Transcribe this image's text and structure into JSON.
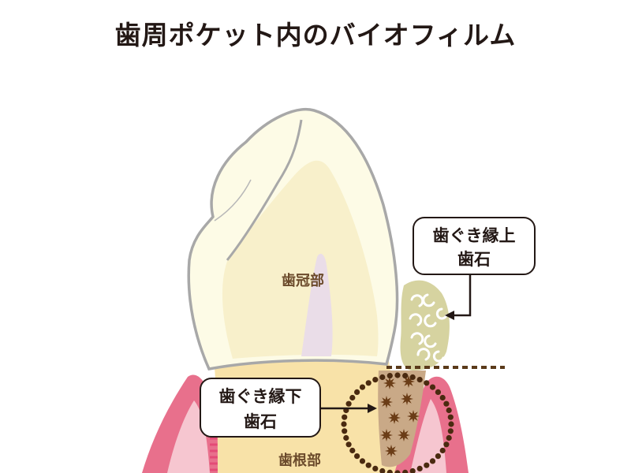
{
  "title": "歯周ポケット内のバイオフィルム",
  "labels": {
    "crown": "歯冠部",
    "root": "歯根部"
  },
  "callouts": {
    "supragingival": {
      "line1": "歯ぐき縁上",
      "line2": "歯石"
    },
    "subgingival": {
      "line1": "歯ぐき縁下",
      "line2": "歯石"
    }
  },
  "colors": {
    "gum_pink": "#e8708c",
    "gum_light": "#f6c6d0",
    "enamel": "#fdfbe6",
    "dentin": "#f8ecc0",
    "root": "#f8e2a8",
    "pulp": "#eadde8",
    "calculus_supra": "#d6d3a0",
    "calculus_sub": "#c9a987",
    "dark_brown": "#5a3a1a",
    "outline": "#a8a8a8"
  }
}
